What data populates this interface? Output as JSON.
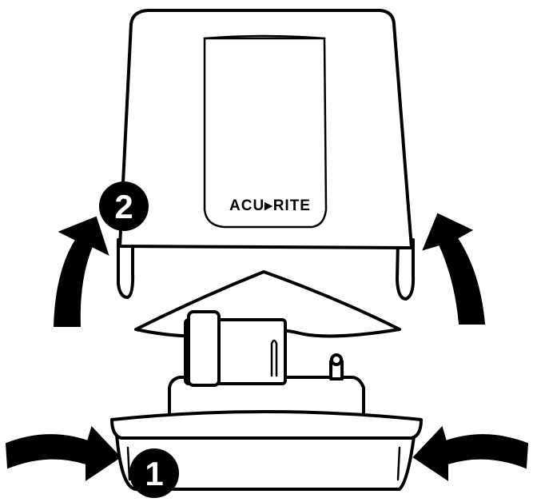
{
  "diagram": {
    "brand_logo": "ACU▸RITE",
    "steps": [
      {
        "label": "1"
      },
      {
        "label": "2"
      }
    ]
  }
}
